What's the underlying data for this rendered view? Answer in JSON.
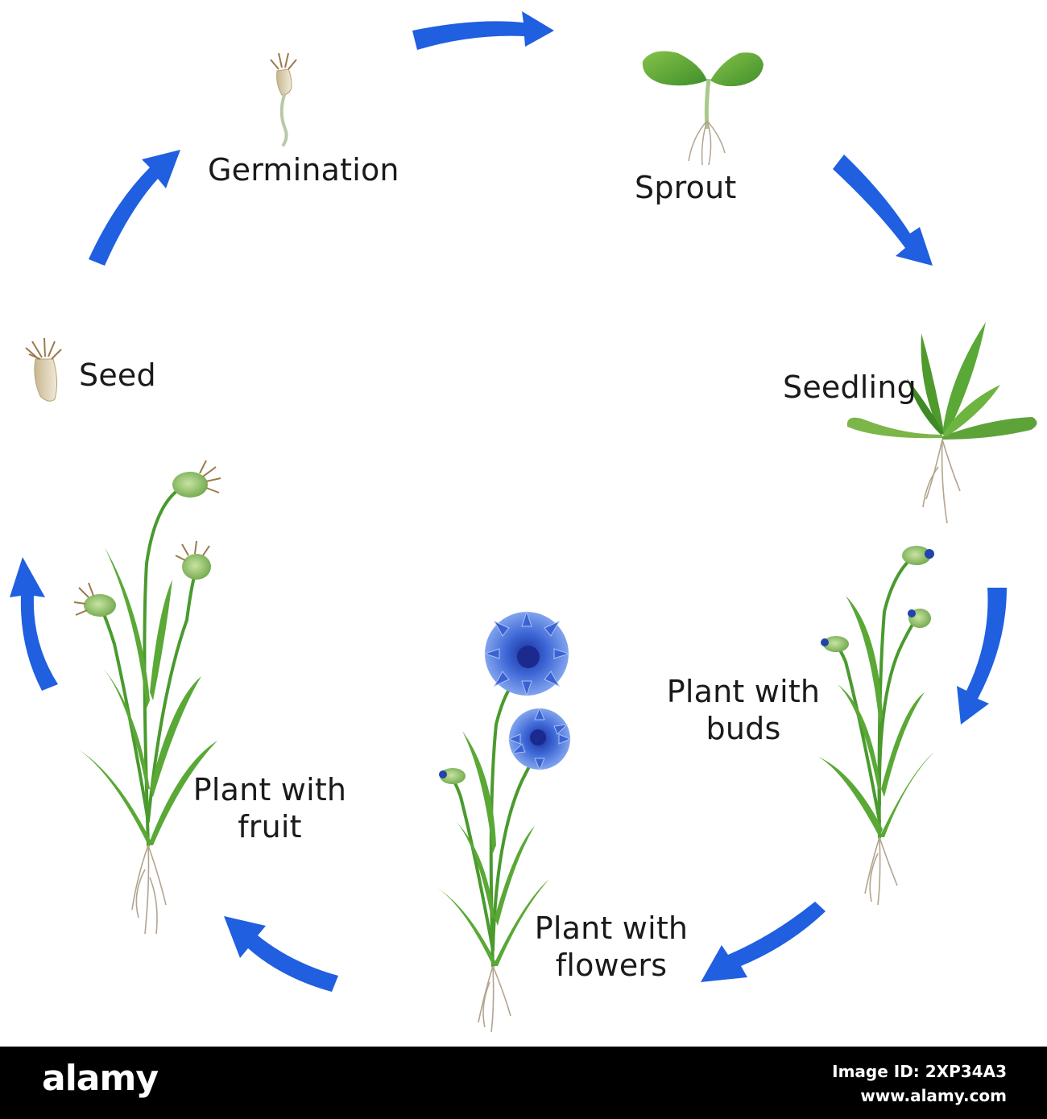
{
  "colors": {
    "arrow": "#1f5fe0",
    "leaf": "#4a9a2e",
    "leaf_light": "#8cc63f",
    "flower": "#4a78e0",
    "root": "#b3a48f",
    "seed": "#d9ccae",
    "label": "#1a1a1a",
    "footer_bg": "#000000"
  },
  "stages": {
    "germination": "Germination",
    "sprout": "Sprout",
    "seedling": "Seedling",
    "seed": "Seed",
    "buds": {
      "line1": "Plant with",
      "line2": "buds"
    },
    "flowers": {
      "line1": "Plant with",
      "line2": "flowers"
    },
    "fruit": {
      "line1": "Plant with",
      "line2": "fruit"
    }
  },
  "icons": [
    "seed-icon",
    "germinating-seed-icon",
    "sprout-icon",
    "seedling-icon",
    "plant-with-buds-icon",
    "plant-with-flowers-icon",
    "plant-with-fruit-icon",
    "cycle-arrow-icon"
  ],
  "footer": {
    "brand": "alamy",
    "image_id": "Image ID: 2XP34A3",
    "site": "www.alamy.com"
  }
}
